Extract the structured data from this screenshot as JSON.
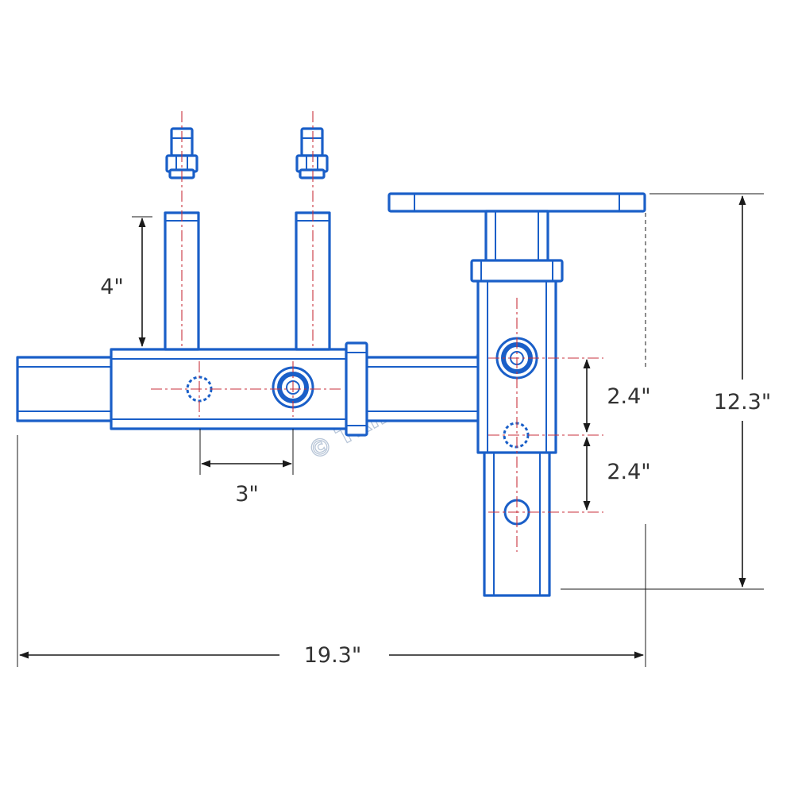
{
  "dimensions": {
    "stud_height": "4\"",
    "stud_spacing": "3\"",
    "hole_spacing_upper": "2.4\"",
    "hole_spacing_lower": "2.4\"",
    "overall_height": "12.3\"",
    "overall_width": "19.3\""
  },
  "watermark": "© TRIK-TOPIC.COM",
  "colors": {
    "part_outline": "#1a5fc8",
    "centerline": "#c8323c",
    "dimension_line": "#1a1a1a"
  }
}
